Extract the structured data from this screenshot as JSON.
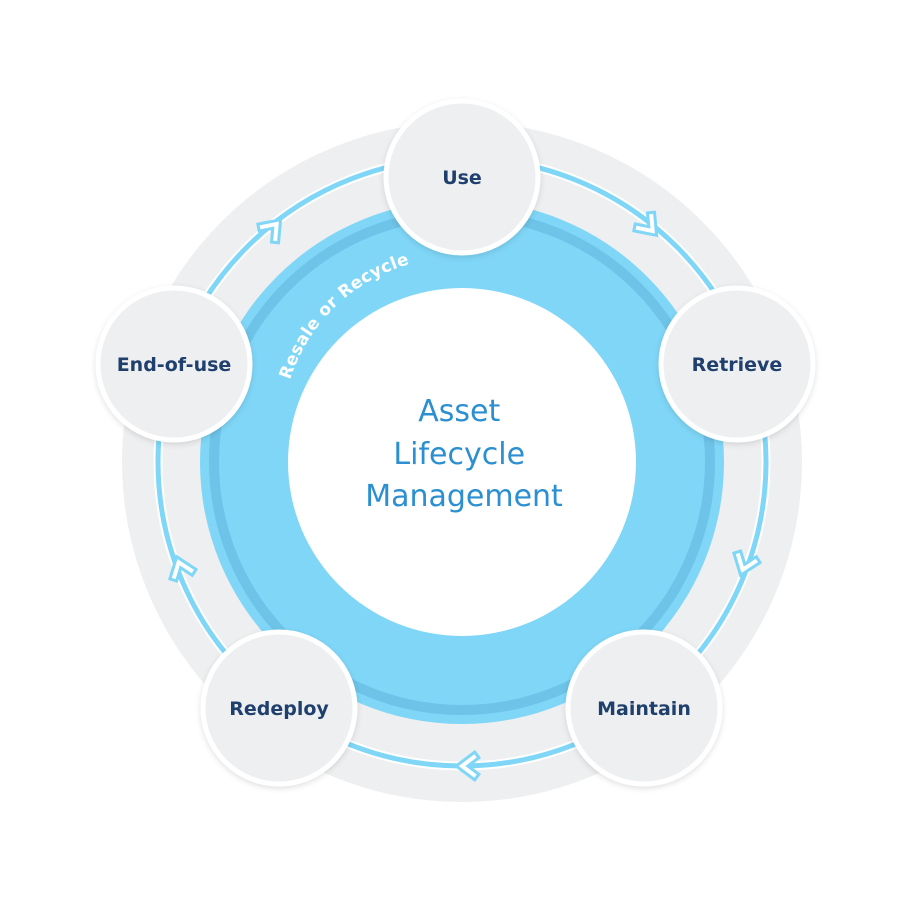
{
  "center": {
    "title_lines": [
      "Asset",
      "Lifecycle",
      "Management"
    ]
  },
  "ring_label": "Resale or Recycle",
  "stages": [
    {
      "label": "Use"
    },
    {
      "label": "Retrieve"
    },
    {
      "label": "Maintain"
    },
    {
      "label": "Redeploy"
    },
    {
      "label": "End-of-use"
    }
  ],
  "colors": {
    "outer_ring": "#eeeff0",
    "cycle_line": "#7fd6f7",
    "blue_ring": "#7fd6f7",
    "blue_ring_inner": "#6dc3e8",
    "stage_circle": "#eeeff0",
    "stage_text": "#1f3f6d",
    "center_text": "#2b8fd1"
  }
}
